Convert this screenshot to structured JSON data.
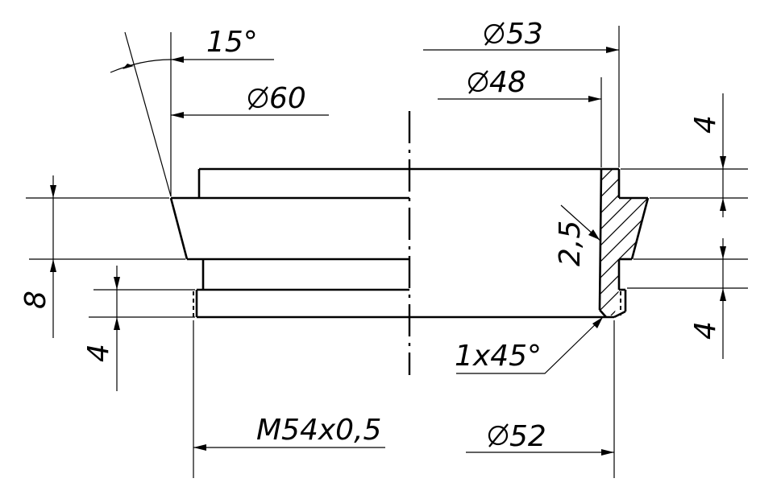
{
  "drawing": {
    "labels": {
      "angle": "15°",
      "d60": "60",
      "d53": "53",
      "d48": "48",
      "d52": "52",
      "len_top_right": "4",
      "len_bottom_right": "4",
      "len_left_8": "8",
      "len_left_4": "4",
      "chamfer_side": "2,5",
      "chamfer": "1x45°",
      "thread": "M54x0,5"
    },
    "line_color": "#000000",
    "background": "#ffffff"
  }
}
